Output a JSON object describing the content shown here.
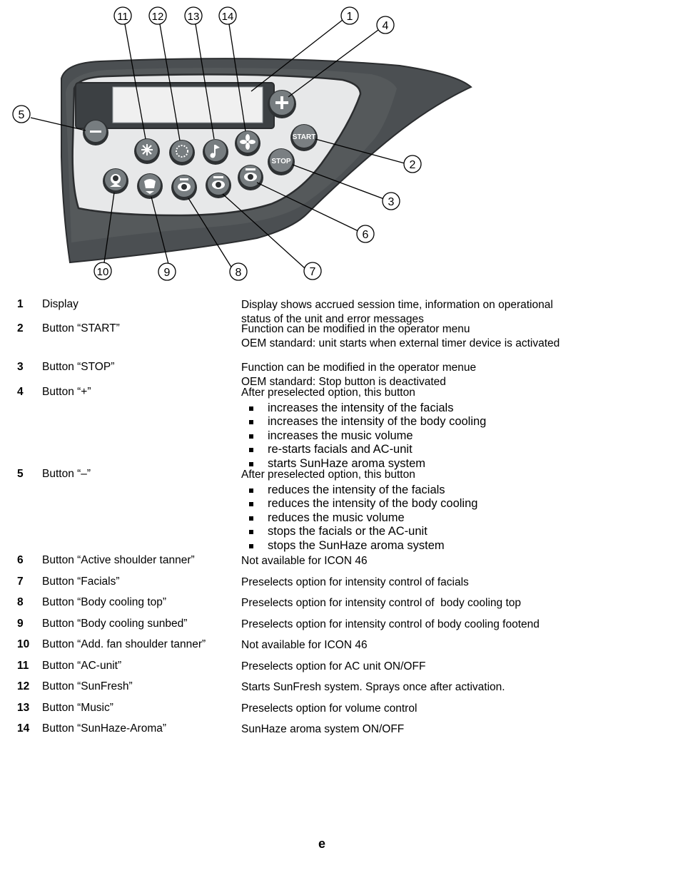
{
  "callouts": [
    "1",
    "2",
    "3",
    "4",
    "5",
    "6",
    "7",
    "8",
    "9",
    "10",
    "11",
    "12",
    "13",
    "14"
  ],
  "panel_buttons": {
    "start_label": "START",
    "stop_label": "STOP"
  },
  "legend": [
    {
      "num": "1",
      "label": "Display",
      "desc": [
        "Display shows accrued session time, information on operational status of the unit and error messages"
      ]
    },
    {
      "num": "2",
      "label": "Button “START”",
      "desc": [
        "Function can be modified in the operator menu",
        "OEM standard: unit starts when external timer device is activated"
      ]
    },
    {
      "num": "3",
      "label": "Button “STOP”",
      "desc": [
        "Function can be modified in the operator menue",
        "OEM standard: Stop button is deactivated"
      ]
    },
    {
      "num": "4",
      "label": "Button “+”",
      "desc": [
        "After preselected option, this button"
      ],
      "bullets": [
        "increases the intensity of the facials",
        "increases the intensity of the body cooling",
        "increases the music volume",
        "re-starts facials and AC-unit",
        "starts SunHaze aroma system"
      ]
    },
    {
      "num": "5",
      "label": "Button “–”",
      "desc": [
        "After preselected option, this button"
      ],
      "bullets": [
        "reduces the intensity of the facials",
        "reduces the intensity of the body cooling",
        "reduces the music volume",
        "stops the facials or the AC-unit",
        "stops the SunHaze aroma system"
      ]
    },
    {
      "num": "6",
      "label": "Button “Active shoulder tanner”",
      "desc": [
        "Not available for ICON 46"
      ]
    },
    {
      "num": "7",
      "label": "Button “Facials”",
      "desc": [
        "Preselects option for intensity control of facials"
      ]
    },
    {
      "num": "8",
      "label": "Button “Body cooling top”",
      "desc": [
        "Preselects option for intensity control of  body cooling top"
      ]
    },
    {
      "num": "9",
      "label": "Button “Body cooling sunbed”",
      "desc": [
        "Preselects option for intensity control of body cooling footend"
      ]
    },
    {
      "num": "10",
      "label": "Button “Add. fan shoulder tanner”",
      "desc": [
        "Not available for ICON 46"
      ]
    },
    {
      "num": "11",
      "label": "Button “AC-unit”",
      "desc": [
        "Preselects option for AC unit ON/OFF"
      ]
    },
    {
      "num": "12",
      "label": "Button “SunFresh”",
      "desc": [
        "Starts SunFresh system. Sprays once after activation."
      ]
    },
    {
      "num": "13",
      "label": "Button “Music”",
      "desc": [
        "Preselects option for volume control"
      ]
    },
    {
      "num": "14",
      "label": "Button “SunHaze-Aroma”",
      "desc": [
        "SunHaze aroma system ON/OFF"
      ]
    }
  ],
  "page_letter": "e"
}
